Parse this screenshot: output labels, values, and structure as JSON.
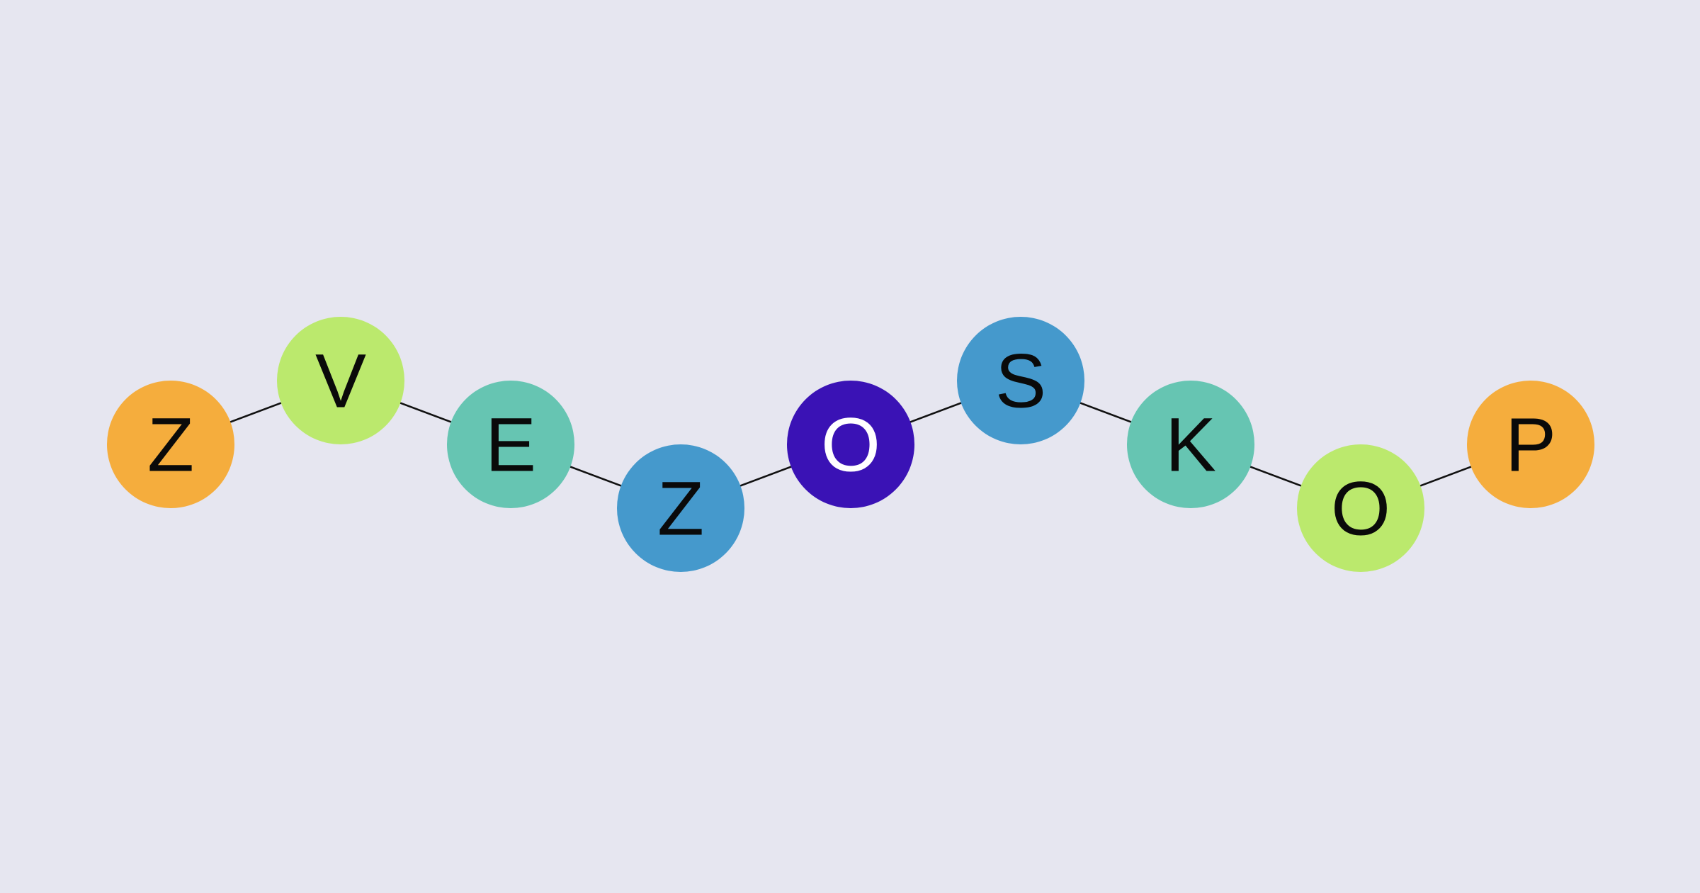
{
  "diagram": {
    "type": "chain",
    "background": "#e6e6f0",
    "edge_color": "#111111",
    "nodes": [
      {
        "letter": "Z",
        "fill": "#f5ad3d",
        "text_color": "#0a0a0a",
        "level": "middle"
      },
      {
        "letter": "V",
        "fill": "#bbe96d",
        "text_color": "#0a0a0a",
        "level": "high"
      },
      {
        "letter": "E",
        "fill": "#66c5b2",
        "text_color": "#0a0a0a",
        "level": "middle"
      },
      {
        "letter": "Z",
        "fill": "#4599cc",
        "text_color": "#0a0a0a",
        "level": "low"
      },
      {
        "letter": "O",
        "fill": "#3a12b5",
        "text_color": "#ffffff",
        "level": "middle"
      },
      {
        "letter": "S",
        "fill": "#4599cc",
        "text_color": "#0a0a0a",
        "level": "high"
      },
      {
        "letter": "K",
        "fill": "#66c5b2",
        "text_color": "#0a0a0a",
        "level": "middle"
      },
      {
        "letter": "O",
        "fill": "#bbe96d",
        "text_color": "#0a0a0a",
        "level": "low"
      },
      {
        "letter": "P",
        "fill": "#f5ad3d",
        "text_color": "#0a0a0a",
        "level": "middle"
      }
    ]
  }
}
